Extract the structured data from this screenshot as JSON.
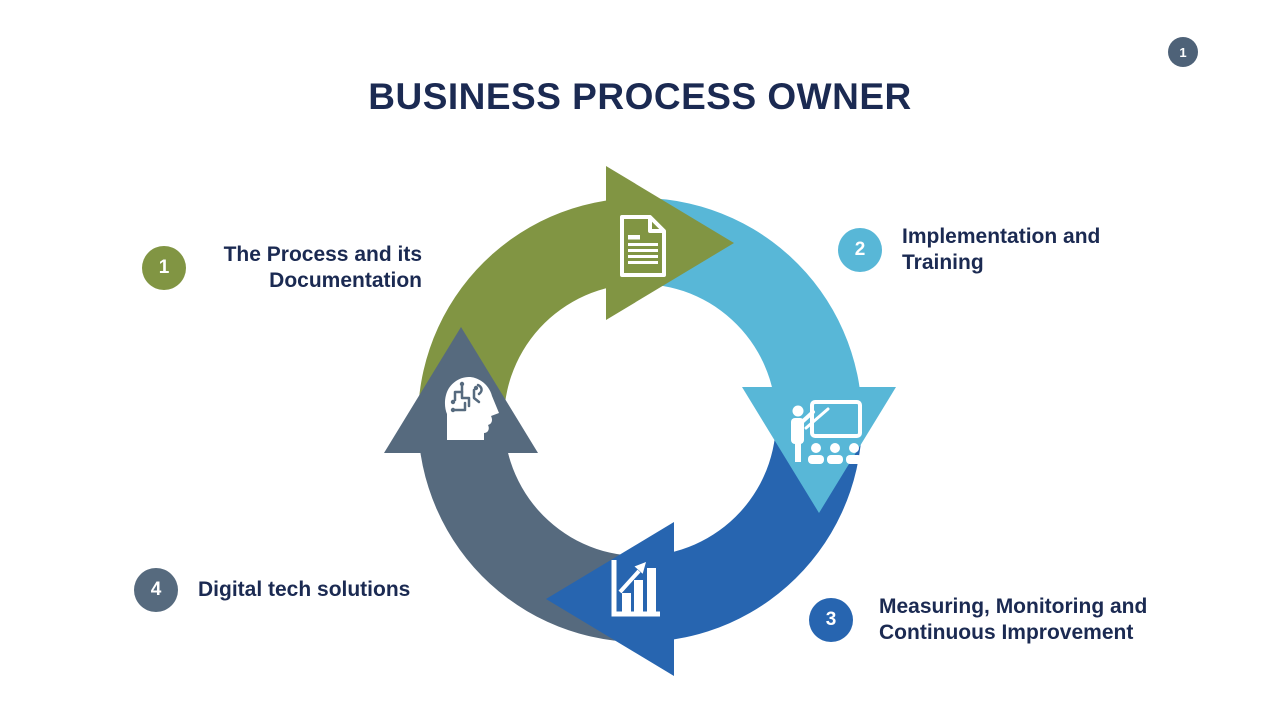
{
  "slide": {
    "title": "BUSINESS PROCESS OWNER",
    "page_number": "1"
  },
  "colors": {
    "navy": "#1b2a52",
    "step1": "#819543",
    "step2": "#58b7d7",
    "step3": "#2765b0",
    "step4": "#566a7e",
    "page_badge": "#4e6278",
    "icon": "#ffffff"
  },
  "diagram": {
    "type": "cycle",
    "direction": "clockwise",
    "step_count": 4
  },
  "steps": [
    {
      "number": "1",
      "line1": "The Process and its",
      "line2": "Documentation",
      "icon": "document-icon"
    },
    {
      "number": "2",
      "line1": "Implementation and",
      "line2": "Training",
      "icon": "presentation-training-icon"
    },
    {
      "number": "3",
      "line1": "Measuring, Monitoring and",
      "line2": "Continuous Improvement",
      "icon": "bar-chart-growth-icon"
    },
    {
      "number": "4",
      "line1": "Digital tech solutions",
      "icon": "head-circuit-icon"
    }
  ]
}
